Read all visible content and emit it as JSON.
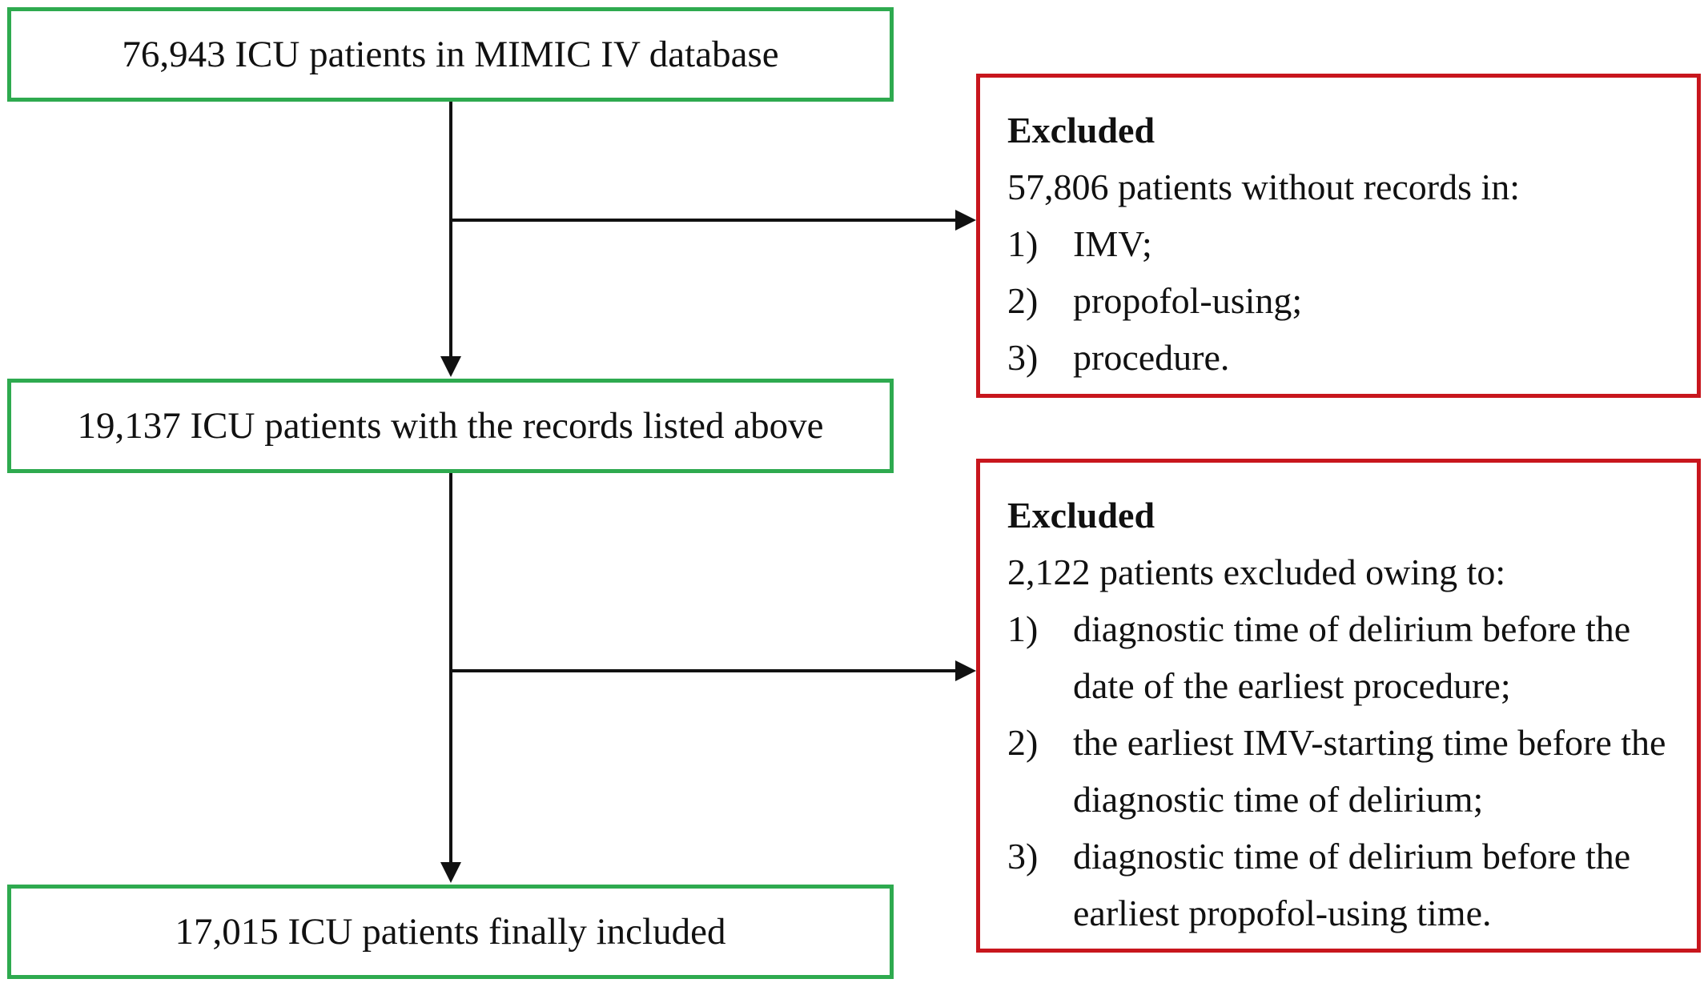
{
  "flow": {
    "step1": "76,943 ICU patients in MIMIC IV database",
    "step2": "19,137 ICU patients with the records listed above",
    "step3": "17,015 ICU patients finally included"
  },
  "exclusion1": {
    "heading": "Excluded",
    "intro": "57,806 patients without records in:",
    "items": [
      {
        "num": "1)",
        "text": "IMV;"
      },
      {
        "num": "2)",
        "text": "propofol-using;"
      },
      {
        "num": "3)",
        "text": "procedure."
      }
    ]
  },
  "exclusion2": {
    "heading": "Excluded",
    "intro": "2,122 patients excluded owing to:",
    "items": [
      {
        "num": "1)",
        "text": "diagnostic time of delirium before the date of the earliest procedure;"
      },
      {
        "num": "2)",
        "text": "the earliest IMV-starting time before the diagnostic time of delirium;"
      },
      {
        "num": "3)",
        "text": "diagnostic time of delirium before the earliest propofol-using time."
      }
    ]
  },
  "colors": {
    "include_border": "#2eaa4f",
    "exclude_border": "#c8161d",
    "arrow": "#111111"
  }
}
